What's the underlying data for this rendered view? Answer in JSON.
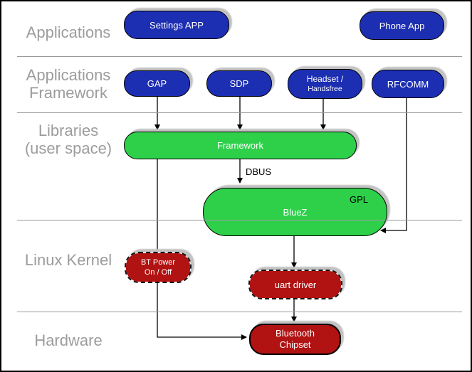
{
  "layer_labels": {
    "applications": "Applications",
    "applications_framework_line1": "Applications",
    "applications_framework_line2": "Framework",
    "libraries_line1": "Libraries",
    "libraries_line2": "(user space)",
    "linux_kernel": "Linux Kernel",
    "hardware": "Hardware"
  },
  "nodes": {
    "settings_app": "Settings APP",
    "phone_app": "Phone App",
    "gap": "GAP",
    "sdp": "SDP",
    "headset_line1": "Headset /",
    "headset_line2": "Handsfree",
    "rfcomm": "RFCOMM",
    "framework": "Framework",
    "bluez": "BlueZ",
    "bluez_badge": "GPL",
    "bt_power_line1": "BT Power",
    "bt_power_line2": "On / Off",
    "uart_driver": "uart driver",
    "chipset_line1": "Bluetooth",
    "chipset_line2": "Chipset"
  },
  "edge_labels": {
    "dbus": "DBUS"
  },
  "colors": {
    "application_pill": "#1c2eb2",
    "userspace_pill": "#2ed04a",
    "kernel_pill": "#b11212",
    "pill_text": "#ffffff",
    "layer_label": "#9c9c9c",
    "divider": "#9a9a9a",
    "shadow": "#c2c2c2",
    "connector": "#000000"
  }
}
